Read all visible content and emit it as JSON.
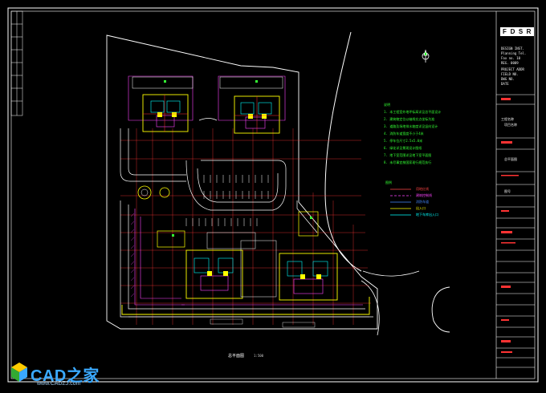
{
  "watermark": {
    "name": "CAD之家",
    "url": "www.CADZJ.com",
    "colors": {
      "primary": "#3aa9ff",
      "secondary": "#9fc8e8"
    }
  },
  "title_block": {
    "brand_letters": [
      "F",
      "D",
      "S",
      "R"
    ],
    "rows": [
      "DESIGN INST.",
      "Planning Tel.",
      "Fax no. 10",
      "REG. 0009",
      "PROJECT ADDR",
      "FIELD NO.",
      "DWG NO.",
      "DATE"
    ],
    "section_labels": [
      "工程名称",
      "项目名称",
      "总平面图",
      "图号"
    ],
    "drawing_title": "总平面图"
  },
  "plan": {
    "title": "总平面图",
    "scale": "1:500"
  },
  "notes": {
    "heading": "说明",
    "items": [
      "1. 本工程室外地坪标高详见总平面设计",
      "2. 建筑物定位以轴线交点坐标为准",
      "3. 道路及场地排水坡度详见竖向设计",
      "4. 消防车道宽度不小于4米",
      "5. 停车位尺寸2.5x5.0米",
      "6. 绿化详见景观设计图纸",
      "7. 地下室范围详见地下室平面图",
      "8. 未尽事宜按国家现行规范执行"
    ]
  },
  "legend": {
    "heading": "图例",
    "items": [
      {
        "label": "用地红线",
        "color": "#ff4444"
      },
      {
        "label": "建筑控制线",
        "color": "#ff44ff"
      },
      {
        "label": "消防车道",
        "color": "#4488ff"
      },
      {
        "label": "出入口",
        "color": "#ffff00"
      },
      {
        "label": "地下车库出入口",
        "color": "#00ffff"
      }
    ]
  },
  "colors": {
    "background": "#000000",
    "frame": "#ffffff",
    "site_outline": "#ffffff",
    "grid": "#ff3333",
    "building": "#ffff00",
    "building_detail": "#00ffff",
    "landscape": "#ff44ff",
    "notes": "#33ff33"
  }
}
